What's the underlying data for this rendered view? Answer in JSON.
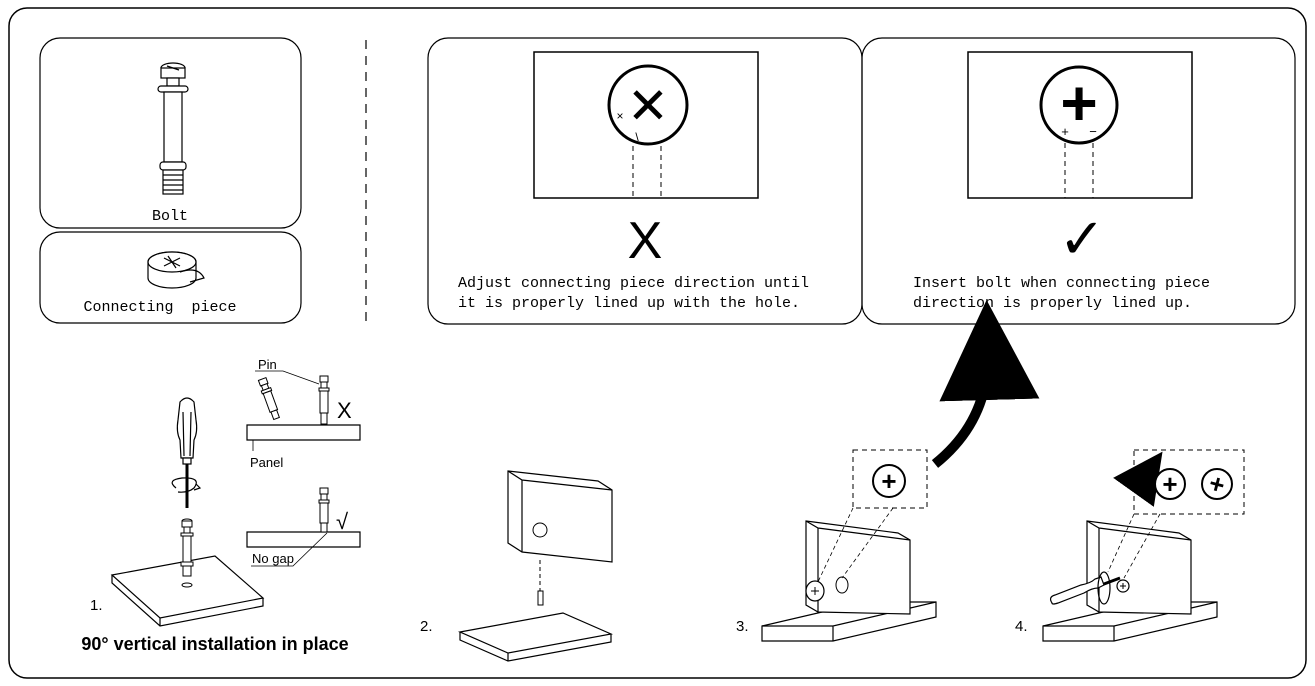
{
  "parts": {
    "bolt_label": "Bolt",
    "connecting_piece_label": "Connecting  piece"
  },
  "orientation_panels": {
    "wrong": {
      "mark": "X",
      "caption_line1": "Adjust connecting piece direction until",
      "caption_line2": "it is properly lined up with the hole.",
      "hole_glyph": "✕",
      "hole_marks": [
        "×",
        "\\"
      ]
    },
    "right": {
      "mark": "✓",
      "caption_line1": "Insert bolt when connecting piece",
      "caption_line2": "direction is properly lined up.",
      "hole_glyph": "+",
      "hole_marks": [
        "+",
        "−"
      ]
    }
  },
  "step1": {
    "number": "1.",
    "caption": "90° vertical installation in place",
    "pin_label": "Pin",
    "panel_label": "Panel",
    "no_gap_label": "No gap",
    "wrong_mark": "X",
    "right_mark": "√"
  },
  "step2": {
    "number": "2."
  },
  "step3": {
    "number": "3.",
    "callout_glyph": "+"
  },
  "step4": {
    "number": "4.",
    "callout_glyphs": [
      "+",
      "+"
    ]
  }
}
